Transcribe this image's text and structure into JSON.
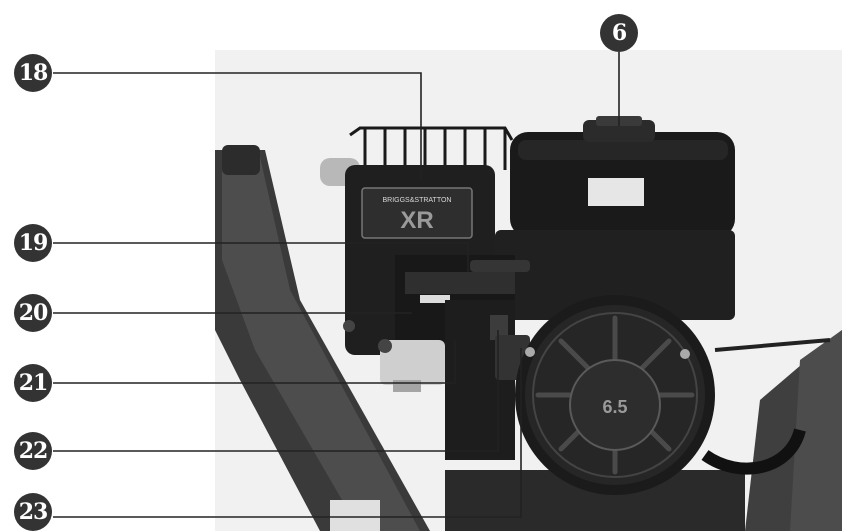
{
  "image": {
    "subject": "engine",
    "brand_label": "BRIGGS&STRATTON",
    "model_label": "XR",
    "power_label": "6.5"
  },
  "callouts": [
    "18",
    "6",
    "19",
    "20",
    "21",
    "22",
    "23"
  ],
  "colors": {
    "background": "#ffffff",
    "engine_body": "#1c1c1c",
    "badge_fill": "#333333",
    "leader_line": "#222222"
  }
}
